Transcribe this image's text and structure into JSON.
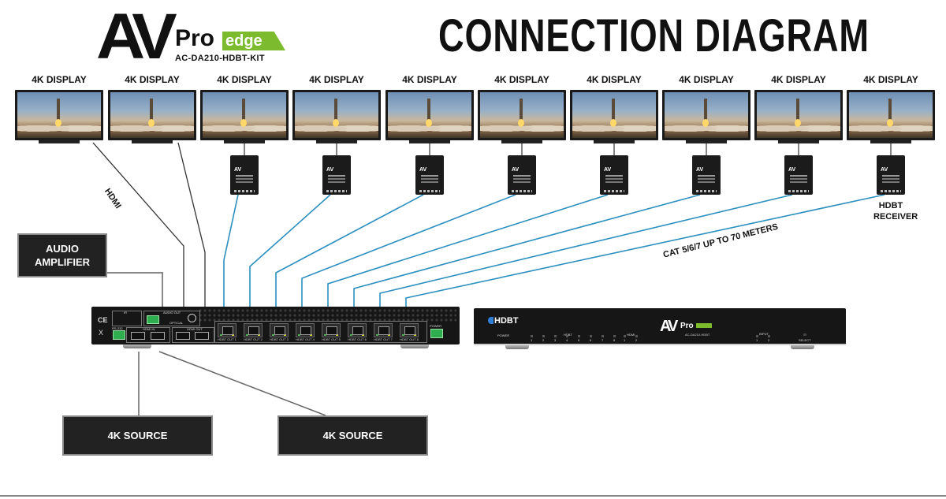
{
  "brand": {
    "logo_main": "AV",
    "logo_pro": "Pro",
    "logo_edge": "edge",
    "model": "AC-DA210-HDBT-KIT"
  },
  "title": "CONNECTION DIAGRAM",
  "displays": [
    {
      "label": "4K DISPLAY",
      "connection": "HDMI"
    },
    {
      "label": "4K DISPLAY",
      "connection": "HDMI"
    },
    {
      "label": "4K DISPLAY",
      "connection": "HDBT"
    },
    {
      "label": "4K DISPLAY",
      "connection": "HDBT"
    },
    {
      "label": "4K DISPLAY",
      "connection": "HDBT"
    },
    {
      "label": "4K DISPLAY",
      "connection": "HDBT"
    },
    {
      "label": "4K DISPLAY",
      "connection": "HDBT"
    },
    {
      "label": "4K DISPLAY",
      "connection": "HDBT"
    },
    {
      "label": "4K DISPLAY",
      "connection": "HDBT"
    },
    {
      "label": "4K DISPLAY",
      "connection": "HDBT"
    }
  ],
  "receivers": {
    "count": 8,
    "logo": "AV",
    "label_line1": "HDBT",
    "label_line2": "RECEIVER"
  },
  "annotations": {
    "hdmi_cable": "HDMI",
    "cat_cable": "CAT 5/6/7 UP TO 70 METERS"
  },
  "boxes": {
    "amplifier_line1": "AUDIO",
    "amplifier_line2": "AMPLIFIER",
    "source1": "4K SOURCE",
    "source2": "4K SOURCE"
  },
  "rear_panel": {
    "ir_label": "IR",
    "audio_out_label": "AUDIO OUT",
    "optical_label": "OPTICAL",
    "hdmi_in_label": "HDMI IN",
    "hdmi_out_label": "HDMI OUT",
    "power_label": "POWER",
    "rs232_label": "RS-232",
    "ce_mark": "CE",
    "weee_mark": "X",
    "hdbt_out_labels": [
      "HDBT OUT 1",
      "HDBT OUT 2",
      "HDBT OUT 3",
      "HDBT OUT 4",
      "HDBT OUT 5",
      "HDBT OUT 6",
      "HDBT OUT 7",
      "HDBT OUT 8"
    ]
  },
  "front_panel": {
    "hdbt_logo": "HDBT",
    "power_label": "POWER",
    "hdbt_label": "HDBT",
    "hdbt_leds": [
      "1",
      "2",
      "3",
      "4",
      "5",
      "6",
      "7",
      "8"
    ],
    "hdmi_label": "HDMI",
    "hdmi_leds": [
      "1",
      "2"
    ],
    "input_label": "INPUT",
    "input_leds": [
      "1",
      "2"
    ],
    "select_label": "SELECT",
    "logo_av": "AV",
    "logo_pro": "Pro",
    "model": "AC-DA210-HDBT"
  },
  "colors": {
    "hdbt_cable": "#2b8fbf",
    "hdmi_cable": "#333333",
    "audio_cable": "#888888",
    "brand_green": "#7dbb2e",
    "device_body": "#161616"
  }
}
